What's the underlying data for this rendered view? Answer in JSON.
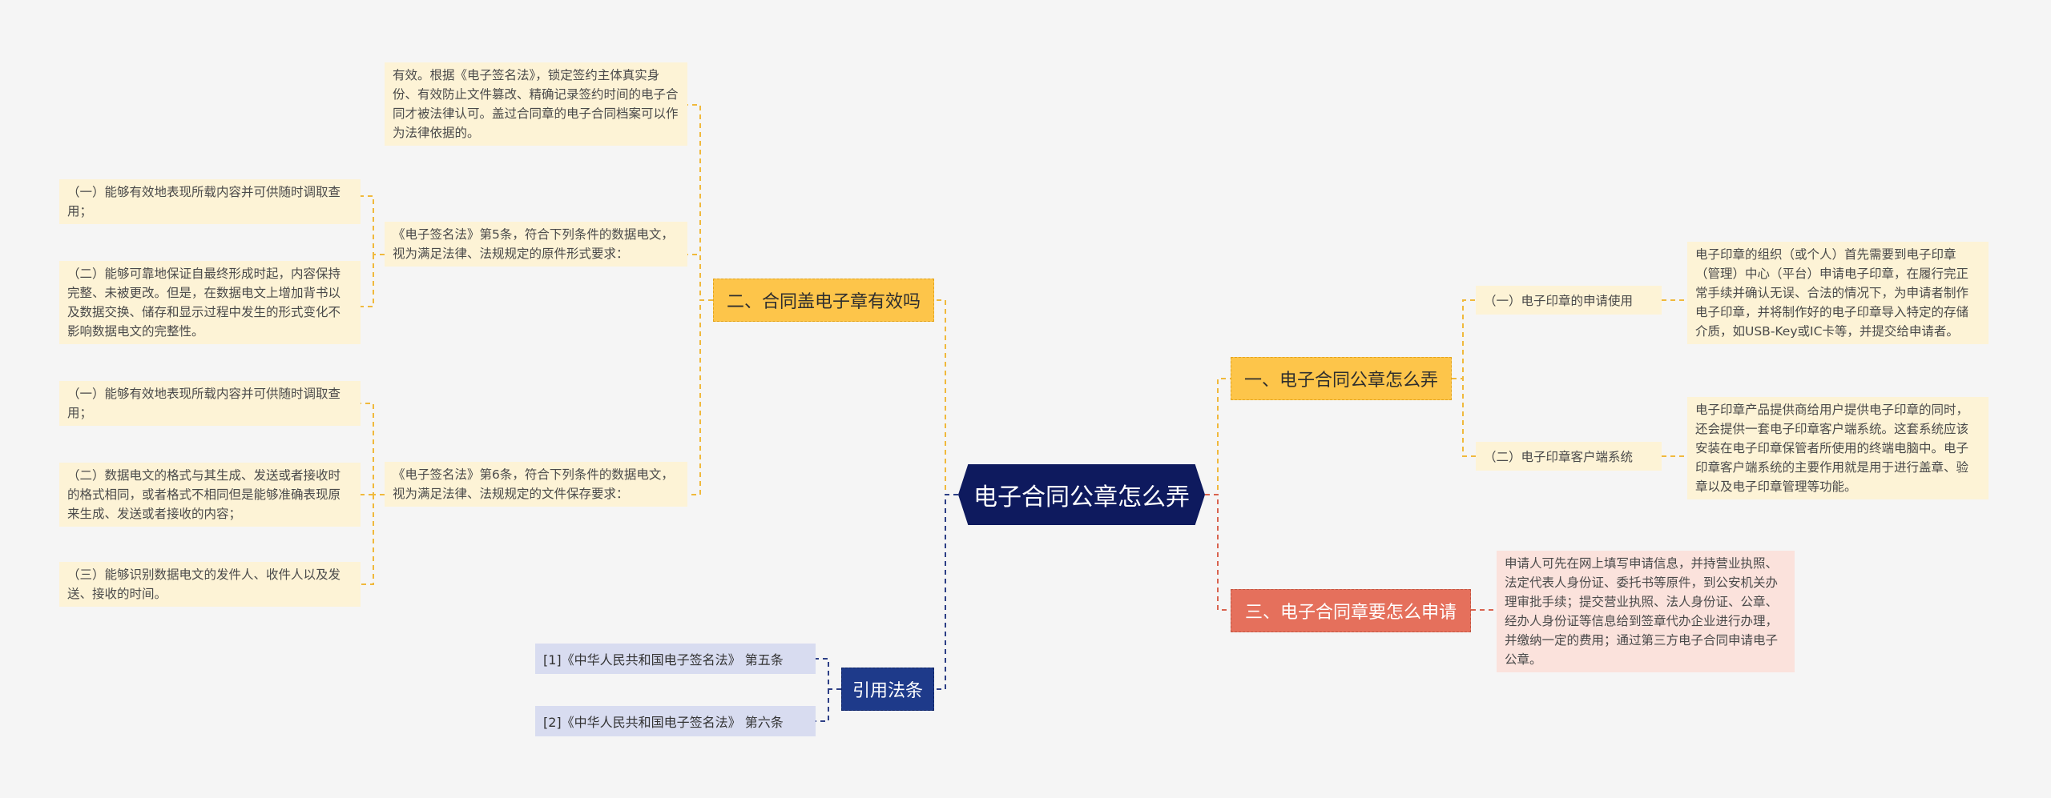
{
  "root": {
    "label": "电子合同公章怎么弄"
  },
  "branch_1": {
    "label": "一、电子合同公章怎么弄",
    "children": [
      {
        "label": "（一）电子印章的申请使用",
        "detail": "电子印章的组织（或个人）首先需要到电子印章（管理）中心（平台）申请电子印章，在履行完正常手续并确认无误、合法的情况下，为申请者制作电子印章，并将制作好的电子印章导入特定的存储介质，如USB-Key或IC卡等，并提交给申请者。"
      },
      {
        "label": "（二）电子印章客户端系统",
        "detail": "电子印章产品提供商给用户提供电子印章的同时，还会提供一套电子印章客户端系统。这套系统应该安装在电子印章保管者所使用的终端电脑中。电子印章客户端系统的主要作用就是用于进行盖章、验章以及电子印章管理等功能。"
      }
    ]
  },
  "branch_2": {
    "label": "二、合同盖电子章有效吗",
    "children": [
      {
        "text": "有效。根据《电子签名法》，锁定签约主体真实身份、有效防止文件篡改、精确记录签约时间的电子合同才被法律认可。盖过合同章的电子合同档案可以作为法律依据的。"
      },
      {
        "text": "《电子签名法》第5条，符合下列条件的数据电文，视为满足法律、法规规定的原件形式要求：",
        "items": [
          "（一）能够有效地表现所载内容并可供随时调取查用；",
          "（二）能够可靠地保证自最终形成时起，内容保持完整、未被更改。但是，在数据电文上增加背书以及数据交换、储存和显示过程中发生的形式变化不影响数据电文的完整性。"
        ]
      },
      {
        "text": "《电子签名法》第6条，符合下列条件的数据电文，视为满足法律、法规规定的文件保存要求：",
        "items": [
          "（一）能够有效地表现所载内容并可供随时调取查用；",
          "（二）数据电文的格式与其生成、发送或者接收时的格式相同，或者格式不相同但是能够准确表现原来生成、发送或者接收的内容；",
          "（三）能够识别数据电文的发件人、收件人以及发送、接收的时间。"
        ]
      }
    ]
  },
  "branch_3": {
    "label": "三、电子合同章要怎么申请",
    "detail": "申请人可先在网上填写申请信息，并持营业执照、法定代表人身份证、委托书等原件，到公安机关办理审批手续；提交营业执照、法人身份证、公章、经办人身份证等信息给到签章代办企业进行办理，并缴纳一定的费用；通过第三方电子合同申请电子公章。"
  },
  "references": {
    "label": "引用法条",
    "items": [
      "[1]《中华人民共和国电子签名法》 第五条",
      "[2]《中华人民共和国电子签名法》 第六条"
    ]
  },
  "colors": {
    "root": "#0e1a5e",
    "branch_1": "#fdc54a",
    "branch_3": "#e5705c",
    "references": "#1e3a8a",
    "leaf": "#fdf3d6",
    "leaf_red": "#fbe2dc",
    "leaf_ref": "#d8dcf0"
  }
}
